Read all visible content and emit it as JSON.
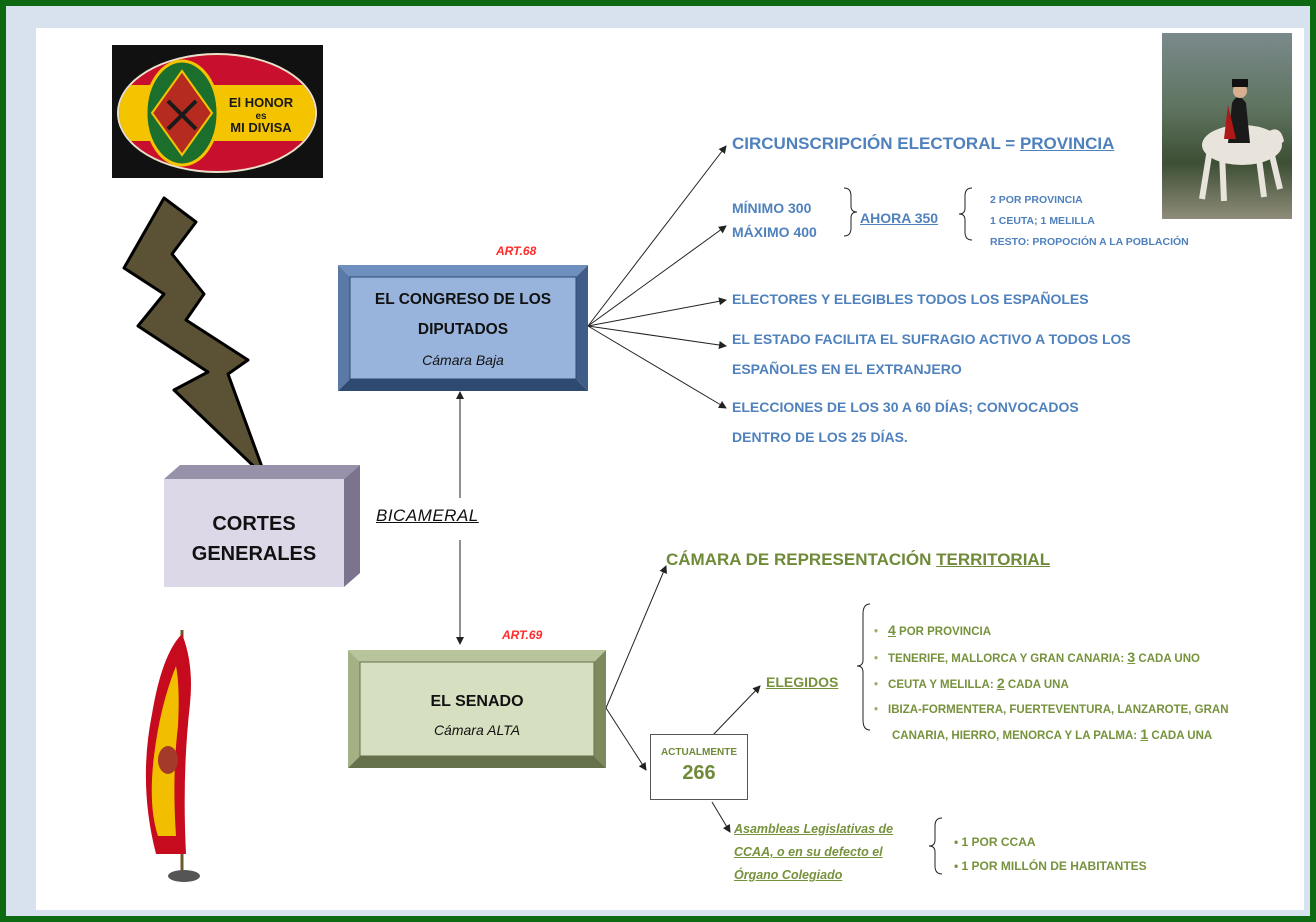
{
  "logo": {
    "line1": "El HONOR",
    "line2": "es",
    "line3": "MI DIVISA"
  },
  "cortes": {
    "line1": "CORTES",
    "line2": "GENERALES"
  },
  "bicameral": "BICAMERAL",
  "congreso": {
    "art": "ART.68",
    "title_line1": "EL CONGRESO DE LOS",
    "title_line2": "DIPUTADOS",
    "subtitle": "Cámara Baja",
    "circ_prefix": "CIRCUNSCRIPCIÓN ELECTORAL = ",
    "circ_value": "PROVINCIA",
    "minimo": "MÍNIMO 300",
    "maximo": "MÁXIMO 400",
    "ahora": "AHORA 350",
    "dist": [
      "2 POR PROVINCIA",
      "1 CEUTA; 1 MELILLA",
      "RESTO: PROPOCIÓN A LA POBLACIÓN"
    ],
    "electores": "ELECTORES Y ELEGIBLES TODOS LOS ESPAÑOLES",
    "estado_line1": "EL ESTADO FACILITA EL SUFRAGIO ACTIVO A TODOS LOS",
    "estado_line2": "ESPAÑOLES EN EL EXTRANJERO",
    "elecciones_line1": "ELECCIONES DE LOS 30 A 60 DÍAS; CONVOCADOS",
    "elecciones_line2": "DENTRO DE LOS 25 DÍAS."
  },
  "senado": {
    "art": "ART.69",
    "title": "EL SENADO",
    "subtitle": "Cámara ALTA",
    "camara_prefix": "CÁMARA DE REPRESENTACIÓN ",
    "camara_value": "TERRITORIAL",
    "elegidos": "ELEGIDOS",
    "items": [
      {
        "num": "4",
        "text": " POR PROVINCIA",
        "pre": ""
      },
      {
        "pre": "TENERIFE, MALLORCA Y GRAN CANARIA: ",
        "num": "3",
        "text": " CADA UNO"
      },
      {
        "pre": "CEUTA Y MELILLA: ",
        "num": "2",
        "text": " CADA UNA"
      },
      {
        "pre": "IBIZA-FORMENTERA, FUERTEVENTURA, LANZAROTE, GRAN",
        "num": "",
        "text": ""
      },
      {
        "pre": "CANARIA, HIERRO, MENORCA Y LA PALMA: ",
        "num": "1",
        "text": " CADA UNA"
      }
    ],
    "actualmente": "ACTUALMENTE",
    "total": "266",
    "asambleas_line1": "Asambleas Legislativas de",
    "asambleas_line2": "CCAA, o en su defecto el",
    "asambleas_line3": "Órgano Colegiado",
    "por_ccaa": "• 1 POR CCAA",
    "por_millon": "• 1 POR MILLÓN DE HABITANTES"
  }
}
